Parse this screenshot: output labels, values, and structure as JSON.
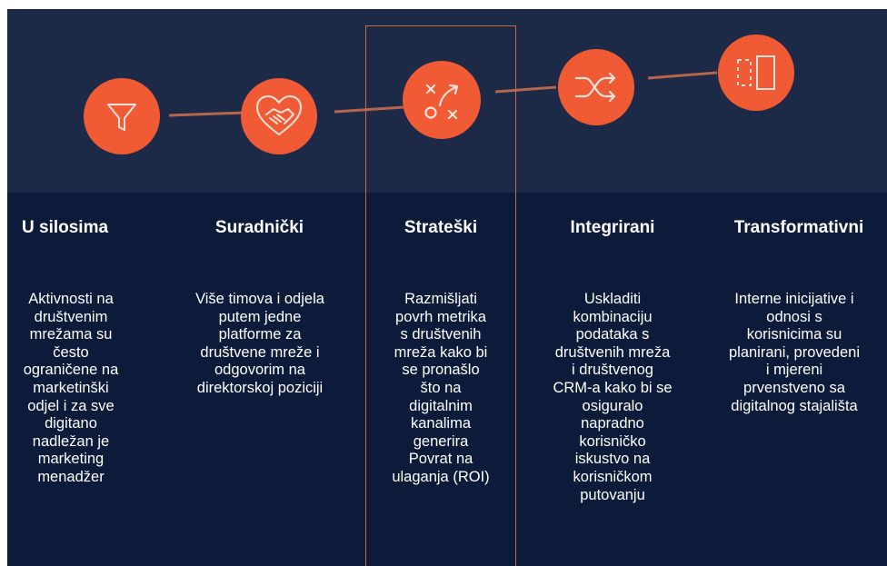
{
  "colors": {
    "background": "#0d1b3a",
    "top_band": "#1c2a47",
    "accent": "#f05b35",
    "connector": "#b4654a",
    "highlight_border": "#c96a3f",
    "text": "#ffffff"
  },
  "highlighted_stage": "Strateški",
  "stages": [
    {
      "icon": "funnel-icon",
      "title": "U silosima",
      "lines": [
        "Aktivnosti na",
        "društvenim",
        "mrežama su",
        "često",
        "ograničene na",
        "marketinški",
        "odjel i za sve",
        "digitano",
        "nadležan je",
        "marketing",
        "menadžer"
      ]
    },
    {
      "icon": "handshake-heart-icon",
      "title": "Suradnički",
      "lines": [
        "Više timova i odjela",
        "putem jedne",
        "platforme za",
        "društvene mreže i",
        "odgovorim na",
        "direktorskoj poziciji"
      ]
    },
    {
      "icon": "strategy-play-icon",
      "title": "Strateški",
      "lines": [
        "Razmišljati",
        "povrh metrika",
        "s društvenih",
        "mreža kako bi",
        "se pronašlo",
        "što na",
        "digitalnim",
        "kanalima",
        "generira",
        "Povrat na",
        "ulaganja (ROI)"
      ]
    },
    {
      "icon": "shuffle-icon",
      "title": "Integrirani",
      "lines": [
        "Uskladiti",
        "kombinaciju",
        "podataka s",
        "društvenih mreža",
        "i društvenog",
        "CRM-a kako bi se",
        "osiguralo",
        "napradno",
        "korisničko",
        "iskustvo na",
        "korisničkom",
        "putovanju"
      ]
    },
    {
      "icon": "transform-icon",
      "title": "Transformativni",
      "lines": [
        "Interne inicijative i",
        "odnosi s",
        "korisnicima su",
        "planirani, provedeni",
        "i mjereni",
        "prvenstveno sa",
        "digitalnog stajališta"
      ]
    }
  ]
}
